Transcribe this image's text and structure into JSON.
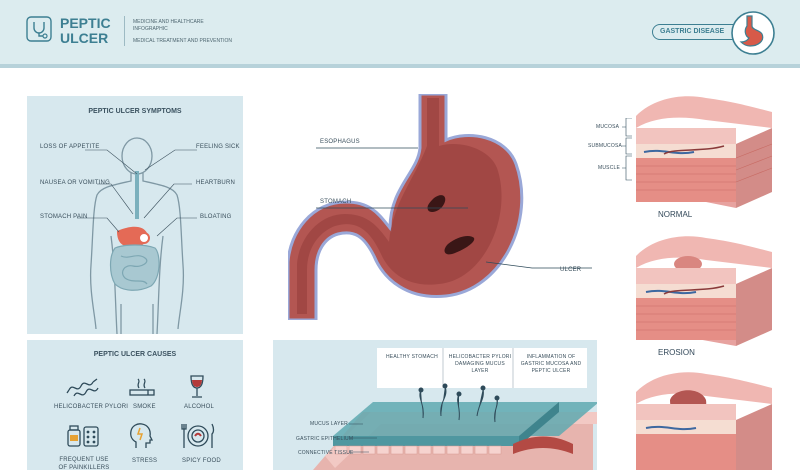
{
  "header": {
    "title_line1": "PEPTIC",
    "title_line2": "ULCER",
    "sub_line1": "MEDICINE AND HEALTHCARE",
    "sub_line2": "INFOGRAPHIC",
    "sub_line3": "MEDICAL TREATMENT AND PREVENTION",
    "badge": "GASTRIC DISEASE"
  },
  "symptoms": {
    "title": "PEPTIC ULCER SYMPTOMS",
    "left": [
      "LOSS OF APPETITE",
      "NAUSEA OR VOMITING",
      "STOMACH PAIN"
    ],
    "right": [
      "FEELING SICK",
      "HEARTBURN",
      "BLOATING"
    ]
  },
  "causes": {
    "title": "PEPTIC ULCER CAUSES",
    "row1": [
      "HELICOBACTER PYLORI",
      "SMOKE",
      "ALCOHOL"
    ],
    "row2": [
      "FREQUENT USE OF PAINKILLERS",
      "STRESS",
      "SPICY FOOD"
    ]
  },
  "stomach": {
    "labels": [
      "ESOPHAGUS",
      "STOMACH",
      "ULCER"
    ]
  },
  "mucosa": {
    "top": [
      "HEALTHY STOMACH",
      "HELICOBACTER PYLORI DAMAGING MUCUS LAYER",
      "INFLAMMATION OF GASTRIC MUCOSA AND PEPTIC ULCER"
    ],
    "side": [
      "MUCUS LAYER",
      "GASTRIC EPITHELIUM",
      "CONNECTIVE TISSUE"
    ]
  },
  "tissue": {
    "layers": [
      "MUCOSA",
      "SUBMUCOSA",
      "MUSCLE"
    ],
    "captions": [
      "NORMAL",
      "EROSION"
    ]
  },
  "colors": {
    "header_bg": "#dcecef",
    "panel_bg": "#d7e8ee",
    "accent": "#3d7f92",
    "tissue_pink": "#e9a2a0",
    "stomach_red": "#a9504f"
  }
}
